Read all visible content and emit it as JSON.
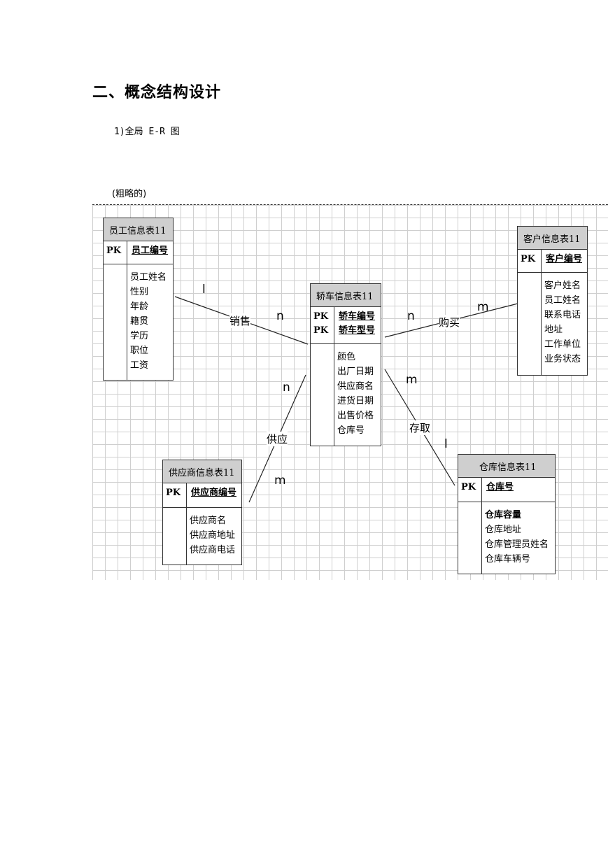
{
  "heading": "二、概念结构设计",
  "subheading": "1)全局 E-R 图",
  "note": "(粗略的)",
  "entities": {
    "employee": {
      "title": "员工信息表11",
      "pk_label": "PK",
      "keys": [
        "员工编号"
      ],
      "attrs": [
        "员工姓名",
        "性别",
        "年龄",
        "籍贯",
        "学历",
        "职位",
        "工资"
      ]
    },
    "car": {
      "title": "轿车信息表11",
      "pk_label": "PK",
      "pk_label2": "PK",
      "keys": [
        "轿车编号",
        "轿车型号"
      ],
      "attrs": [
        "颜色",
        "出厂日期",
        "供应商名",
        "进货日期",
        "出售价格",
        "仓库号"
      ]
    },
    "customer": {
      "title": "客户信息表11",
      "pk_label": "PK",
      "keys": [
        "客户编号"
      ],
      "attrs": [
        "客户姓名",
        "员工姓名",
        "联系电话",
        "地址",
        "工作单位",
        "业务状态"
      ]
    },
    "supplier": {
      "title": "供应商信息表11",
      "pk_label": "PK",
      "keys": [
        "供应商编号"
      ],
      "attrs": [
        "供应商名",
        "供应商地址",
        "供应商电话"
      ]
    },
    "warehouse": {
      "title": "仓库信息表11",
      "pk_label": "PK",
      "keys": [
        "仓库号"
      ],
      "attrs": [
        "仓库容量",
        "仓库地址",
        "仓库管理员姓名",
        "仓库车辆号"
      ]
    }
  },
  "relationships": {
    "sell": {
      "label": "销售",
      "card_a": "l",
      "card_b": "n"
    },
    "buy": {
      "label": "购买",
      "card_a": "n",
      "card_b": "m"
    },
    "supply": {
      "label": "供应",
      "card_a": "n",
      "card_b": "m"
    },
    "store": {
      "label": "存取",
      "card_a": "m",
      "card_b": "l"
    }
  }
}
